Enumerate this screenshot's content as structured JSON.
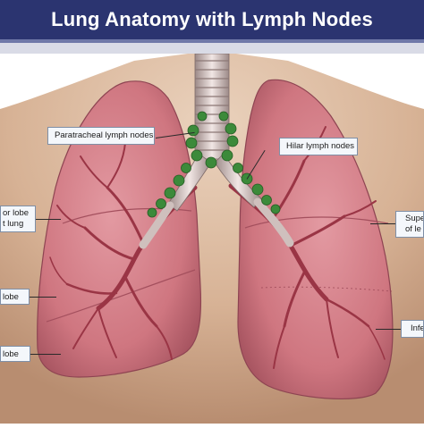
{
  "title": "Lung Anatomy with Lymph Nodes",
  "labels": {
    "paratracheal": "Paratracheal lymph nodes",
    "hilar": "Hilar lymph nodes",
    "upper_left_line1": "or lobe",
    "upper_left_line2": "t lung",
    "middle_left": "lobe",
    "lower_left": "lobe",
    "superior_right_line1": "Supe",
    "superior_right_line2": "of le",
    "inferior_right": "Infe"
  },
  "colors": {
    "title_bar": "#2b3470",
    "lung_fill": "#d9848c",
    "lymph_node": "#3c8a3a",
    "skin": "#e0c2aa"
  }
}
